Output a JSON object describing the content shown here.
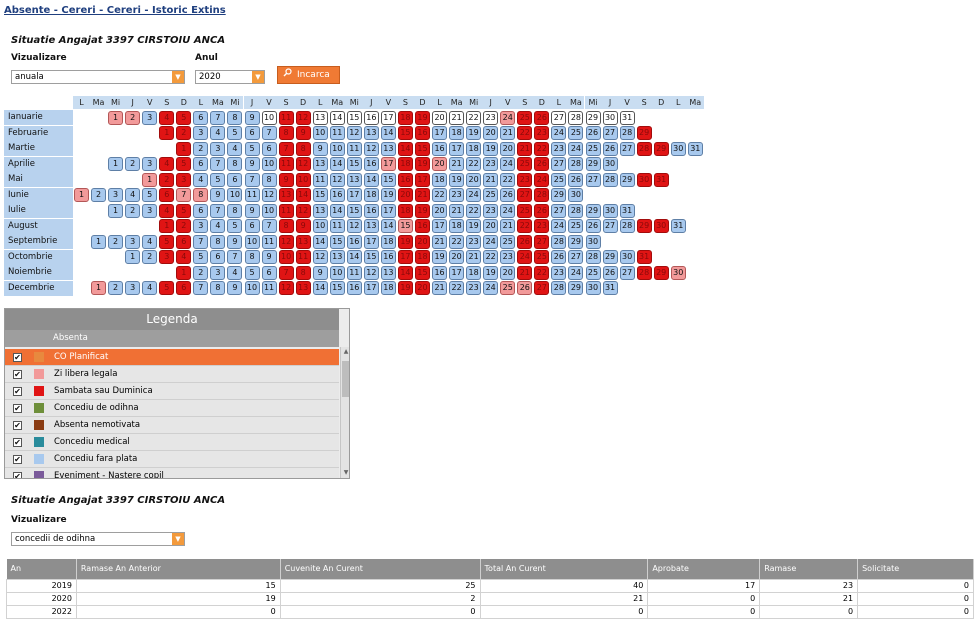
{
  "breadcrumb": "Absente - Cereri - Cereri - Istoric Extins",
  "section1": {
    "title": "Situatie Angajat 3397 CIRSTOIU ANCA",
    "view_label": "Vizualizare",
    "view_value": "anuala",
    "year_label": "Anul",
    "year_value": "2020",
    "load_button": "Incarca"
  },
  "calendar": {
    "day_headers": [
      "L",
      "Ma",
      "Mi",
      "J",
      "V",
      "S",
      "D",
      "L",
      "Ma",
      "Mi",
      "J",
      "V",
      "S",
      "D",
      "L",
      "Ma",
      "Mi",
      "J",
      "V",
      "S",
      "D",
      "L",
      "Ma",
      "Mi",
      "J",
      "V",
      "S",
      "D",
      "L",
      "Ma",
      "Mi",
      "J",
      "V",
      "S",
      "D",
      "L",
      "Ma"
    ],
    "months": [
      {
        "name": "Ianuarie",
        "offset": 2,
        "days": 31
      },
      {
        "name": "Februarie",
        "offset": 5,
        "days": 29
      },
      {
        "name": "Martie",
        "offset": 6,
        "days": 31
      },
      {
        "name": "Aprilie",
        "offset": 2,
        "days": 30
      },
      {
        "name": "Mai",
        "offset": 4,
        "days": 31
      },
      {
        "name": "Iunie",
        "offset": 0,
        "days": 30
      },
      {
        "name": "Iulie",
        "offset": 2,
        "days": 31
      },
      {
        "name": "August",
        "offset": 5,
        "days": 31
      },
      {
        "name": "Septembrie",
        "offset": 1,
        "days": 30
      },
      {
        "name": "Octombrie",
        "offset": 3,
        "days": 31
      },
      {
        "name": "Noiembrie",
        "offset": 6,
        "days": 30
      },
      {
        "name": "Decembrie",
        "offset": 1,
        "days": 31
      }
    ],
    "holidays": {
      "Ianuarie": [
        1,
        2,
        24
      ],
      "Aprilie": [
        17,
        20
      ],
      "Mai": [
        1
      ],
      "Iunie": [
        1,
        7,
        8
      ],
      "August": [
        15
      ],
      "Noiembrie": [
        30
      ],
      "Decembrie": [
        1,
        25,
        26
      ]
    },
    "plain_days": {
      "Ianuarie": [
        10,
        13,
        14,
        15,
        16,
        17,
        20,
        21,
        22,
        23,
        27,
        28,
        29,
        30,
        31
      ]
    },
    "colors": {
      "workday": "#a8c9ee",
      "weekend": "#e01414",
      "holiday": "#f29a9a"
    }
  },
  "legend": {
    "title": "Legenda",
    "column": "Absenta",
    "items": [
      {
        "label": "CO Planificat",
        "color": "#e8893e",
        "selected": true
      },
      {
        "label": "Zi libera legala",
        "color": "#f29a9a",
        "selected": false
      },
      {
        "label": "Sambata sau Duminica",
        "color": "#e01414",
        "selected": false
      },
      {
        "label": "Concediu de odihna",
        "color": "#6e8f3a",
        "selected": false
      },
      {
        "label": "Absenta nemotivata",
        "color": "#8a3b12",
        "selected": false
      },
      {
        "label": "Concediu medical",
        "color": "#2a8c9c",
        "selected": false
      },
      {
        "label": "Concediu fara plata",
        "color": "#a8c9ee",
        "selected": false
      },
      {
        "label": "Eveniment - Nastere copil",
        "color": "#7a5a9a",
        "selected": false
      }
    ]
  },
  "section2": {
    "title": "Situatie Angajat 3397 CIRSTOIU ANCA",
    "view_label": "Vizualizare",
    "view_value": "concedii de odihna"
  },
  "table": {
    "headers": [
      "An",
      "Ramase An Anterior",
      "Cuvenite An Curent",
      "Total An Curent",
      "Aprobate",
      "Ramase",
      "Solicitate"
    ],
    "rows": [
      [
        "2019",
        "15",
        "25",
        "40",
        "17",
        "23",
        "0"
      ],
      [
        "2020",
        "19",
        "2",
        "21",
        "0",
        "21",
        "0"
      ],
      [
        "2022",
        "0",
        "0",
        "0",
        "0",
        "0",
        "0"
      ]
    ]
  }
}
